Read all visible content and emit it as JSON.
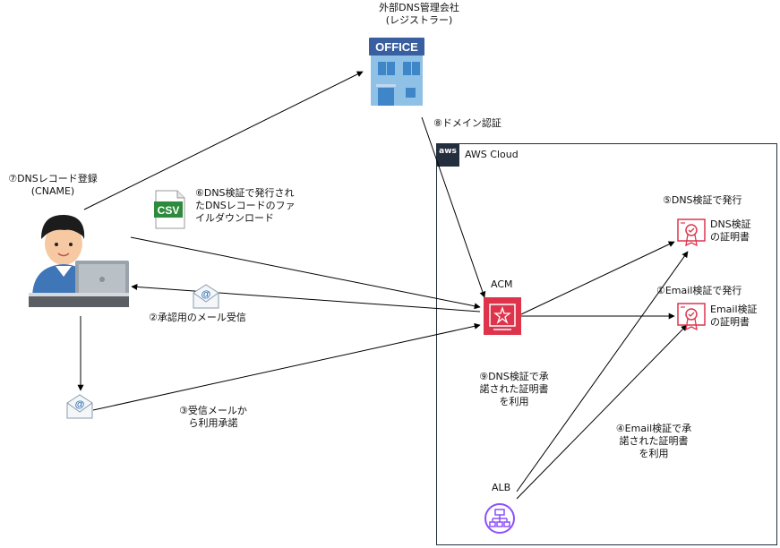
{
  "registrar": {
    "name": "外部DNS管理会社\n(レジストラー)",
    "sign": "OFFICE"
  },
  "aws_cloud": {
    "logo": "aws",
    "title": "AWS Cloud"
  },
  "acm": {
    "label": "ACM"
  },
  "alb": {
    "label": "ALB"
  },
  "csv_icon": {
    "text": "CSV"
  },
  "mail_icon": {
    "symbol": "@"
  },
  "certificates": [
    {
      "label": "DNS検証\nの証明書"
    },
    {
      "label": "Email検証\nの証明書"
    }
  ],
  "steps": {
    "s1": "①Email検証で発行",
    "s2": "②承認用のメール受信",
    "s3": "③受信メールか\nら利用承諾",
    "s4": "④Email検証で承\n諾された証明書\nを利用",
    "s5": "⑤DNS検証で発行",
    "s6": "⑥DNS検証で発行され\nたDNSレコードのファ\nイルダウンロード",
    "s7": "⑦DNSレコード登録\n(CNAME)",
    "s8": "⑧ドメイン認証",
    "s9": "⑨DNS検証で承\n諾された証明書\nを利用"
  },
  "colors": {
    "acm_red": "#DD344C",
    "alb_purple": "#8C4FFF",
    "aws_dark": "#232F3E",
    "csv_green": "#2E8B3E",
    "office_blue": "#8FC1E6"
  }
}
